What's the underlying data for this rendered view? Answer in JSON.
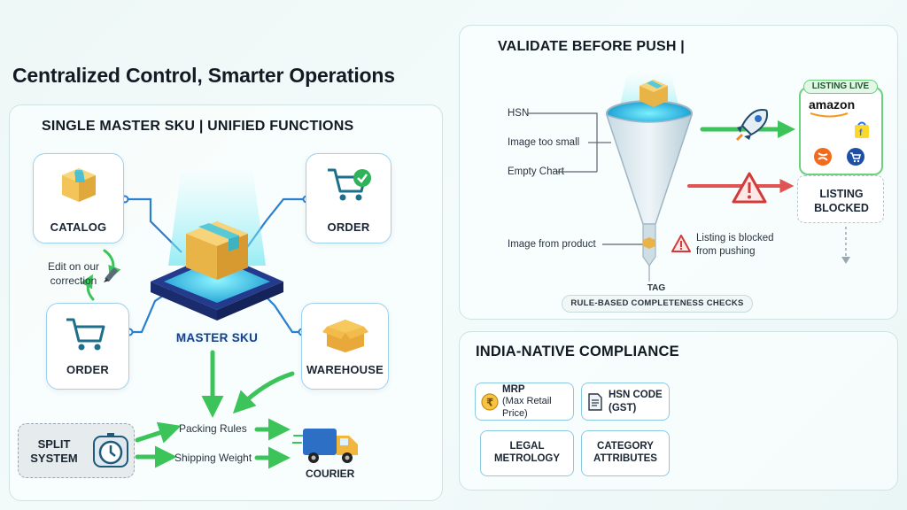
{
  "title": "Centralized Control, Smarter Operations",
  "left": {
    "heading": "SINGLE MASTER SKU | UNIFIED FUNCTIONS",
    "cards": {
      "catalog": "CATALOG",
      "order_top": "ORDER",
      "order_bottom": "ORDER",
      "warehouse": "WAREHOUSE"
    },
    "edit_note": "Edit on our correction",
    "master_sku": "MASTER SKU",
    "split_system": "SPLIT SYSTEM",
    "packing_rules": "Packing Rules",
    "shipping_weight": "Shipping Weight",
    "courier": "COURIER"
  },
  "validate": {
    "heading": "VALIDATE BEFORE PUSH |",
    "inputs": [
      "HSN",
      "Image too small",
      "Empty Chart"
    ],
    "image_from_product": "Image from product",
    "listing_live": "LISTING LIVE",
    "amazon": "amazon",
    "listing_blocked": "LISTING BLOCKED",
    "blocked_note": "Listing is blocked from pushing",
    "tag": "TAG",
    "rule_checks": "RULE-BASED COMPLETENESS CHECKS"
  },
  "compliance": {
    "heading": "INDIA-NATIVE COMPLIANCE",
    "mrp": "MRP",
    "mrp_sub": "(Max Retail Price)",
    "hsn": "HSN CODE",
    "hsn_sub": "(GST)",
    "legal": "LEGAL METROLOGY",
    "category": "CATEGORY ATTRIBUTES"
  },
  "colors": {
    "green_arrow": "#3cc45a",
    "red_arrow": "#e05454",
    "card_border": "#9fd0ea",
    "connector": "#2a7fd0",
    "master_glow": "#6fe6f0"
  },
  "icons": [
    "box-icon",
    "cart-icon",
    "check-icon",
    "warehouse-box-icon",
    "stopwatch-icon",
    "truck-icon",
    "rocket-icon",
    "warning-icon",
    "funnel-icon",
    "rupee-icon",
    "document-icon",
    "pencil-icon"
  ]
}
